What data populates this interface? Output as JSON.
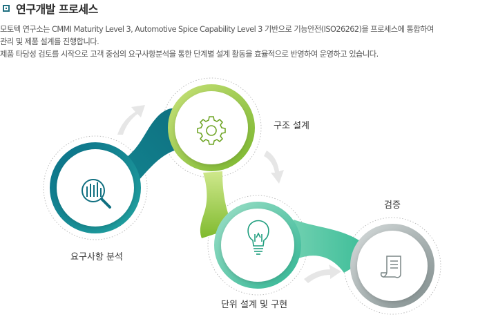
{
  "header": {
    "title": "연구개발 프로세스"
  },
  "description": {
    "line1": "모토텍 연구소는 CMMI Maturity Level 3, Automotive Spice Capability Level 3 기반으로 기능안전(ISO26262)을 프로세스에 통합하여",
    "line2": "관리 및 제품 설계를 진행합니다.",
    "line3": "제품 타당성 검토를 시작으로 고객 중심의 요구사항분석을 통한 단계별 설계 활동을 효율적으로 반영하여 운영하고 있습니다."
  },
  "steps": [
    {
      "label": "요구사항 분석",
      "icon": "analysis-magnifier-icon",
      "color": "#0f7f8c"
    },
    {
      "label": "구조 설계",
      "icon": "gear-icon",
      "color": "#9ccc3c"
    },
    {
      "label": "단위 설계 및 구현",
      "icon": "lightbulb-icon",
      "color": "#3cc0a0"
    },
    {
      "label": "검증",
      "icon": "document-icon",
      "color": "#8d9a9a"
    }
  ]
}
